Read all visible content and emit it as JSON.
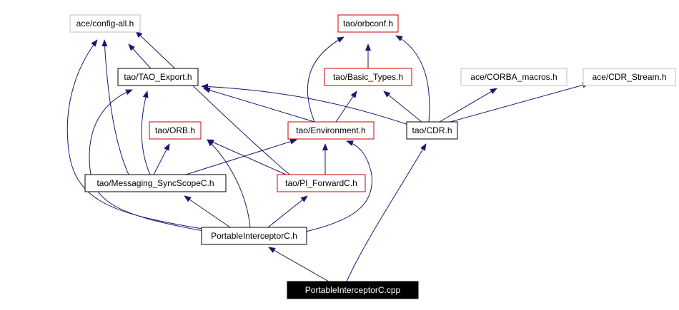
{
  "colors": {
    "edge": "#191970",
    "border_documented": "#000000",
    "border_red": "#cc0000",
    "border_gray": "#bfbfbf",
    "root_fill": "#000000",
    "root_text": "#ffffff",
    "text": "#000000"
  },
  "nodes": [
    {
      "id": "config_all",
      "label": "ace/config-all.h",
      "style": "gray"
    },
    {
      "id": "orbconf",
      "label": "tao/orbconf.h",
      "style": "red"
    },
    {
      "id": "tao_export",
      "label": "tao/TAO_Export.h",
      "style": "black"
    },
    {
      "id": "basic_types",
      "label": "tao/Basic_Types.h",
      "style": "red"
    },
    {
      "id": "corba_macros",
      "label": "ace/CORBA_macros.h",
      "style": "gray"
    },
    {
      "id": "cdr_stream",
      "label": "ace/CDR_Stream.h",
      "style": "gray"
    },
    {
      "id": "orb",
      "label": "tao/ORB.h",
      "style": "red"
    },
    {
      "id": "environment",
      "label": "tao/Environment.h",
      "style": "red"
    },
    {
      "id": "cdr",
      "label": "tao/CDR.h",
      "style": "black"
    },
    {
      "id": "messaging",
      "label": "tao/Messaging_SyncScopeC.h",
      "style": "black"
    },
    {
      "id": "pi_forward",
      "label": "tao/PI_ForwardC.h",
      "style": "red"
    },
    {
      "id": "portable_h",
      "label": "PortableInterceptorC.h",
      "style": "black"
    },
    {
      "id": "root",
      "label": "PortableInterceptorC.cpp",
      "style": "root"
    }
  ],
  "edges": [
    {
      "from": "tao_export",
      "to": "config_all"
    },
    {
      "from": "basic_types",
      "to": "orbconf"
    },
    {
      "from": "environment",
      "to": "tao_export"
    },
    {
      "from": "environment",
      "to": "basic_types"
    },
    {
      "from": "environment",
      "to": "orbconf"
    },
    {
      "from": "cdr",
      "to": "tao_export"
    },
    {
      "from": "cdr",
      "to": "basic_types"
    },
    {
      "from": "cdr",
      "to": "orbconf"
    },
    {
      "from": "cdr",
      "to": "corba_macros"
    },
    {
      "from": "cdr",
      "to": "cdr_stream"
    },
    {
      "from": "messaging",
      "to": "config_all"
    },
    {
      "from": "messaging",
      "to": "tao_export"
    },
    {
      "from": "messaging",
      "to": "orb"
    },
    {
      "from": "messaging",
      "to": "environment"
    },
    {
      "from": "pi_forward",
      "to": "config_all"
    },
    {
      "from": "pi_forward",
      "to": "orb"
    },
    {
      "from": "pi_forward",
      "to": "environment"
    },
    {
      "from": "portable_h",
      "to": "config_all"
    },
    {
      "from": "portable_h",
      "to": "tao_export"
    },
    {
      "from": "portable_h",
      "to": "orb"
    },
    {
      "from": "portable_h",
      "to": "messaging"
    },
    {
      "from": "portable_h",
      "to": "pi_forward"
    },
    {
      "from": "portable_h",
      "to": "environment"
    },
    {
      "from": "root",
      "to": "portable_h"
    },
    {
      "from": "root",
      "to": "cdr"
    }
  ]
}
